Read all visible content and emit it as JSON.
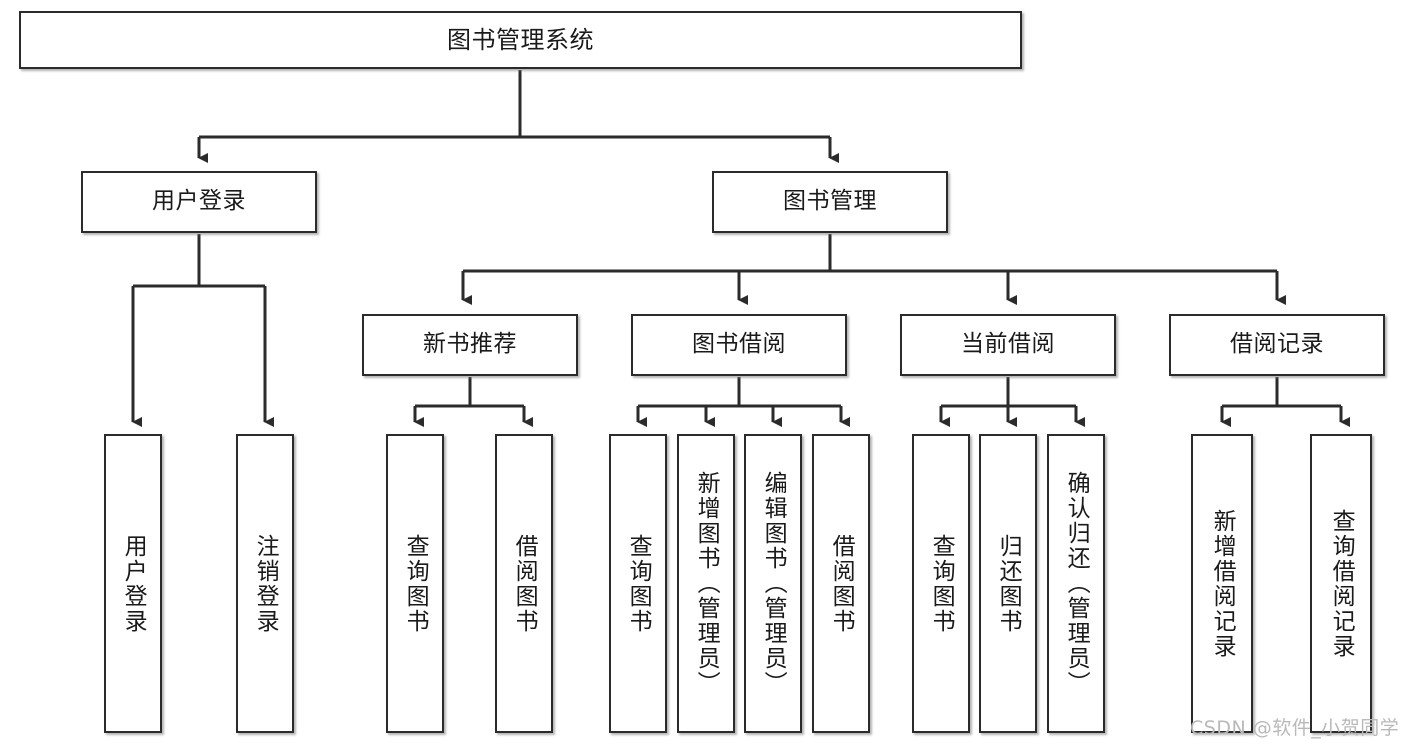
{
  "diagram": {
    "type": "tree-hierarchy-chart",
    "title": "图书管理系统",
    "watermark": "CSDN @软件_小贺同学",
    "colors": {
      "box_border": "#2b2b2b",
      "box_fill": "#ffffff",
      "connector": "#2b2b2b",
      "text": "#1a1a1a",
      "watermark": "#b9b9b9",
      "background": "#ffffff"
    },
    "nodes": {
      "root": {
        "label": "图书管理系统"
      },
      "level2": [
        {
          "label": "用户登录"
        },
        {
          "label": "图书管理"
        }
      ],
      "level3": [
        {
          "label": "新书推荐"
        },
        {
          "label": "图书借阅"
        },
        {
          "label": "当前借阅"
        },
        {
          "label": "借阅记录"
        }
      ],
      "leaves_user_login": [
        {
          "label": "用户登录"
        },
        {
          "label": "注销登录"
        }
      ],
      "leaves_new_book": [
        {
          "label": "查询图书"
        },
        {
          "label": "借阅图书"
        }
      ],
      "leaves_book_borrow": [
        {
          "label": "查询图书"
        },
        {
          "label": "新增图书（管理员）"
        },
        {
          "label": "编辑图书（管理员）"
        },
        {
          "label": "借阅图书"
        }
      ],
      "leaves_current_borrow": [
        {
          "label": "查询图书"
        },
        {
          "label": "归还图书"
        },
        {
          "label": "确认归还（管理员）"
        }
      ],
      "leaves_borrow_record": [
        {
          "label": "新增借阅记录"
        },
        {
          "label": "查询借阅记录"
        }
      ]
    }
  }
}
